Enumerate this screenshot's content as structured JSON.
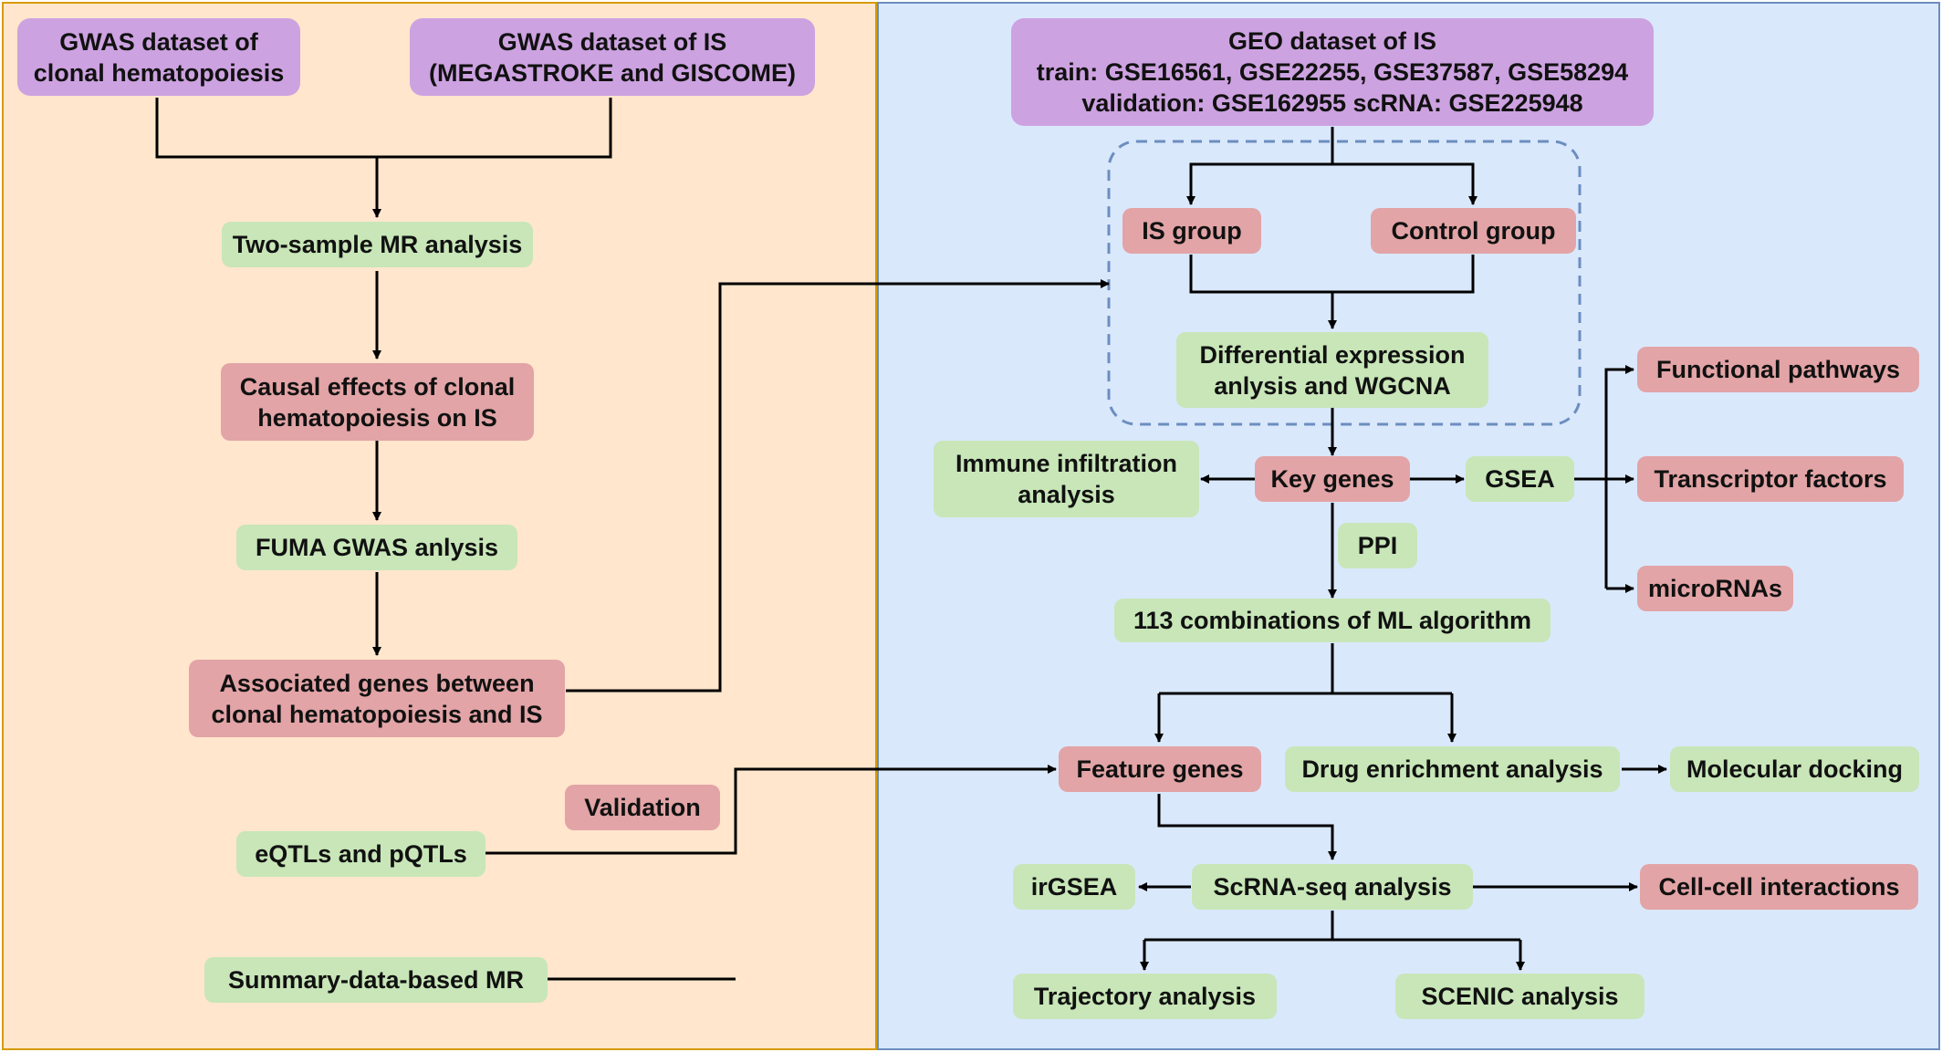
{
  "colors": {
    "left_panel_fill": "#FFE6CC",
    "left_panel_border": "#D79B00",
    "right_panel_fill": "#DAE8FC",
    "right_panel_border": "#6C8EBF",
    "data_source_fill": "#CDA2E1",
    "result_fill": "#E2A4A6",
    "analysis_fill": "#C8E6B8",
    "arrow": "#000000",
    "group_outline": "#6C8EBF"
  },
  "left": {
    "gwas_ch": [
      "GWAS dataset of",
      "clonal hematopoiesis"
    ],
    "gwas_is": [
      "GWAS dataset of IS",
      "(MEGASTROKE and GISCOME)"
    ],
    "two_sample_mr": "Two-sample MR analysis",
    "causal_effects": [
      "Causal effects of clonal",
      "hematopoiesis on IS"
    ],
    "fuma": "FUMA GWAS anlysis",
    "associated_genes": [
      "Associated genes between",
      "clonal hematopoiesis and IS"
    ],
    "validation": "Validation",
    "eqtls": "eQTLs and pQTLs",
    "smr": "Summary-data-based MR"
  },
  "right": {
    "geo": [
      "GEO dataset of IS",
      "train: GSE16561, GSE22255, GSE37587, GSE58294",
      "validation: GSE162955    scRNA: GSE225948"
    ],
    "is_group": "IS group",
    "control_group": "Control group",
    "deg_wgcna": [
      "Differential expression",
      "anlysis and WGCNA"
    ],
    "key_genes": "Key genes",
    "immune": [
      "Immune infiltration",
      "analysis"
    ],
    "gsea": "GSEA",
    "functional_pathways": "Functional pathways",
    "transcriptor_factors": "Transcriptor factors",
    "micrornas": "microRNAs",
    "ppi": "PPI",
    "ml": "113 combinations of ML algorithm",
    "feature_genes": "Feature genes",
    "drug_enrichment": "Drug enrichment analysis",
    "molecular_docking": "Molecular docking",
    "scrna": "ScRNA-seq analysis",
    "irgsea": "irGSEA",
    "cell_cell": "Cell-cell interactions",
    "trajectory": "Trajectory analysis",
    "scenic": "SCENIC analysis"
  }
}
